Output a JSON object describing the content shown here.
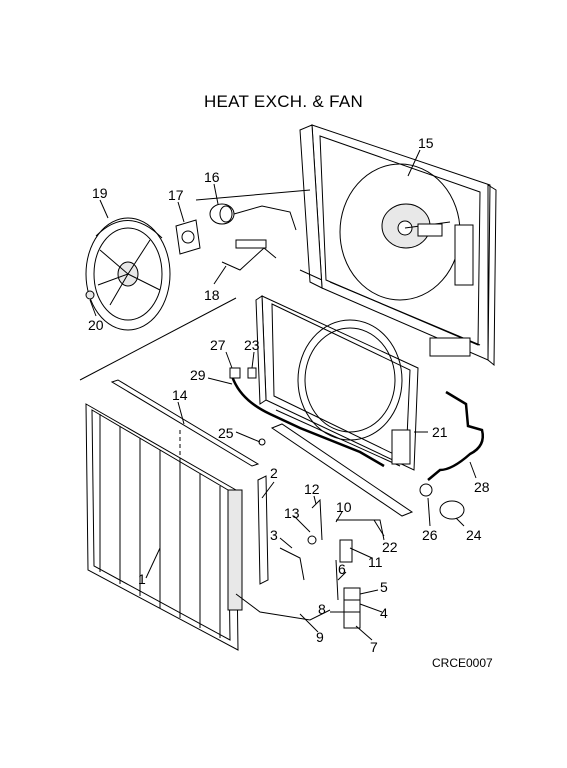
{
  "title": "HEAT EXCH. & FAN",
  "drawing_code": "CRCE0007",
  "callouts": [
    "1",
    "2",
    "3",
    "4",
    "5",
    "6",
    "7",
    "8",
    "9",
    "10",
    "11",
    "12",
    "13",
    "14",
    "15",
    "16",
    "17",
    "18",
    "19",
    "20",
    "21",
    "22",
    "23",
    "24",
    "25",
    "26",
    "27",
    "28",
    "29"
  ]
}
